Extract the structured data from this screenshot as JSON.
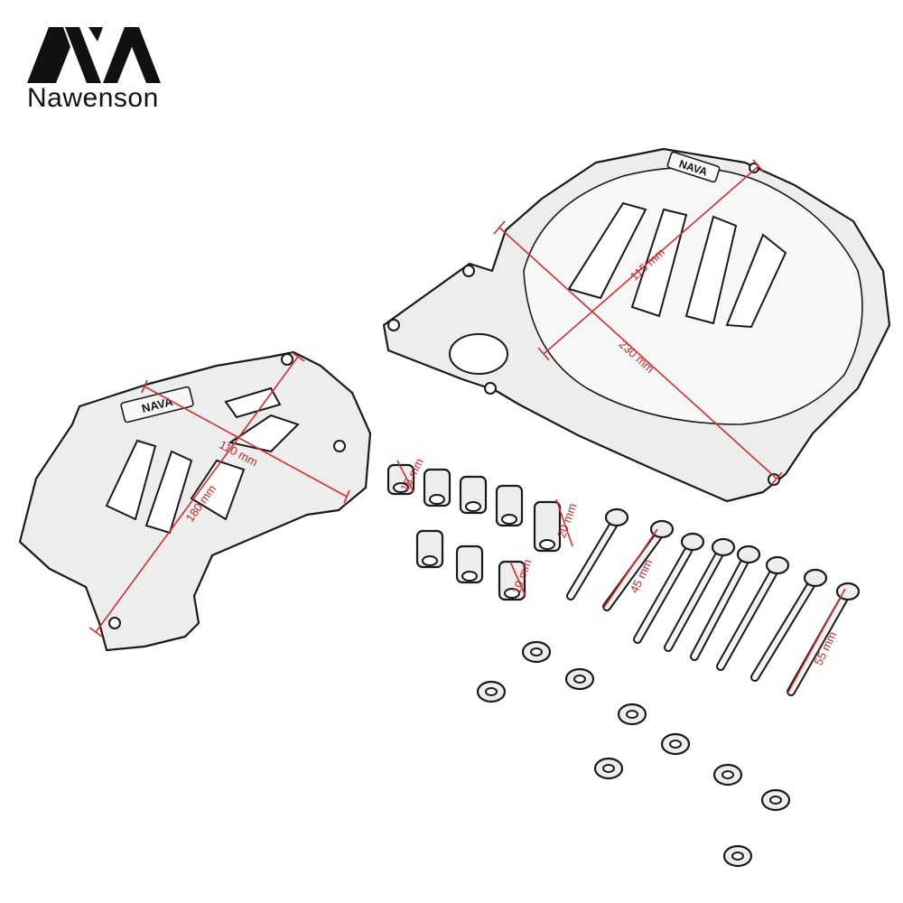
{
  "brand": {
    "name": "Nawenson",
    "logo_text": "NAVA",
    "logo_color": "#111111"
  },
  "engraving_text": "NAVA",
  "dimensions": {
    "small_cover_width": "110 mm",
    "small_cover_length": "180 mm",
    "large_cover_width": "115 mm",
    "large_cover_length": "230 mm",
    "spacer_short": "15 mm",
    "spacer_tall": "20 mm",
    "spacer_mid": "10 mm",
    "bolt_short": "45 mm",
    "bolt_long": "55 mm"
  },
  "colors": {
    "dimension_line": "#d32f2f",
    "outline": "#1a1a1a",
    "part_fill": "#ededed"
  }
}
